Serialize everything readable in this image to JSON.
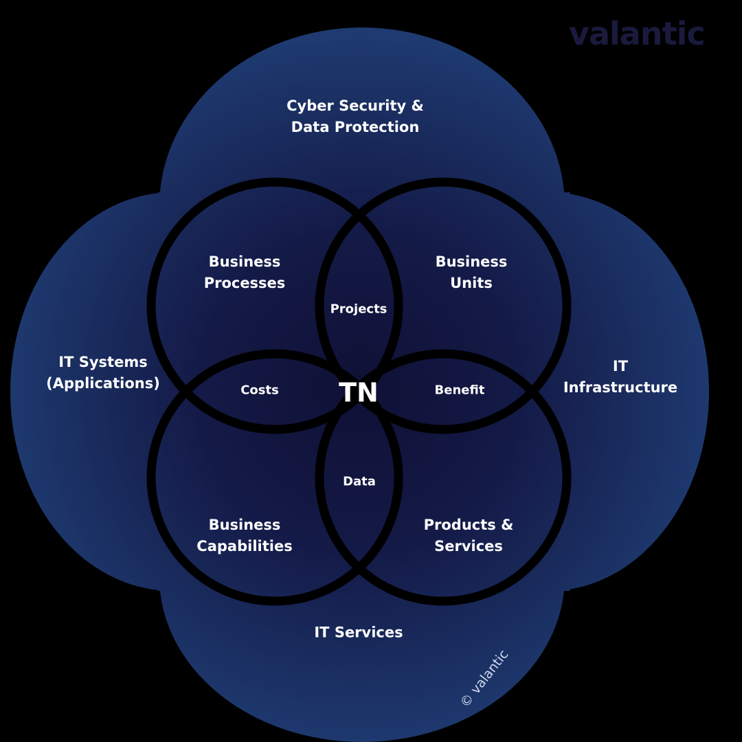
{
  "brand": {
    "logo": "valantic",
    "copyright": "© valantic",
    "colors": {
      "outer": "#1d3366",
      "inner": "#141a45",
      "center": "#0f1035",
      "stroke": "#000000"
    }
  },
  "outer_labels": {
    "top": "Cyber Security &\nData Protection",
    "left": "IT Systems\n(Applications)",
    "right": "IT\nInfrastructure",
    "bottom": "IT Services"
  },
  "circle_labels": {
    "top_left": "Business\nProcesses",
    "top_right": "Business\nUnits",
    "bottom_left": "Business\nCapabilities",
    "bottom_right": "Products &\nServices"
  },
  "overlap_labels": {
    "top": "Projects",
    "left": "Costs",
    "right": "Benefit",
    "bottom": "Data"
  },
  "center_label": "TN"
}
